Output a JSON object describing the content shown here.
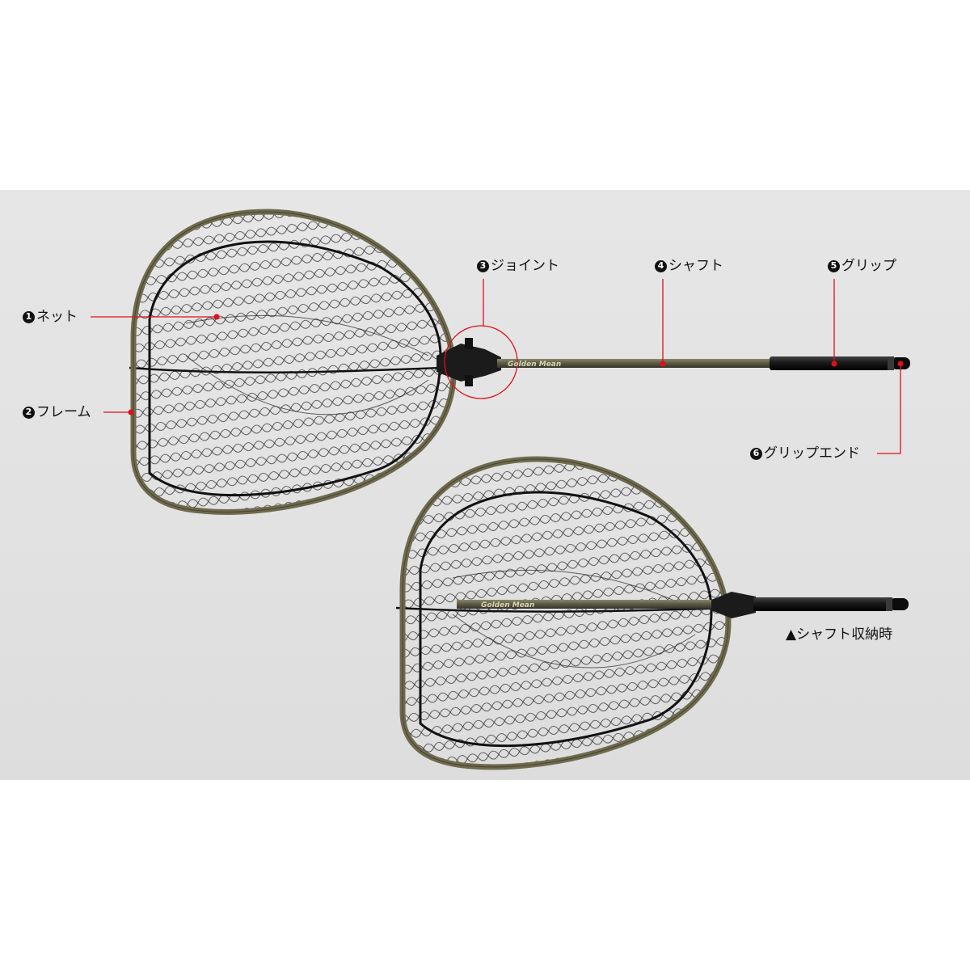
{
  "labels": {
    "net": {
      "num": "1",
      "text": "ネット"
    },
    "frame": {
      "num": "2",
      "text": "フレーム"
    },
    "joint": {
      "num": "3",
      "text": "ジョイント"
    },
    "shaft": {
      "num": "4",
      "text": "シャフト"
    },
    "grip": {
      "num": "5",
      "text": "グリップ"
    },
    "grip_end": {
      "num": "6",
      "text": "グリップエンド"
    }
  },
  "caption": "▲シャフト収納時",
  "brand_mark": "Golden Mean",
  "colors": {
    "background": "#e3e3e3",
    "frame": "#6e6a4e",
    "net": "#1a1a1a",
    "shaft": "#5e5c47",
    "grip": "#1c1c1c",
    "leader": "#e0101a"
  }
}
